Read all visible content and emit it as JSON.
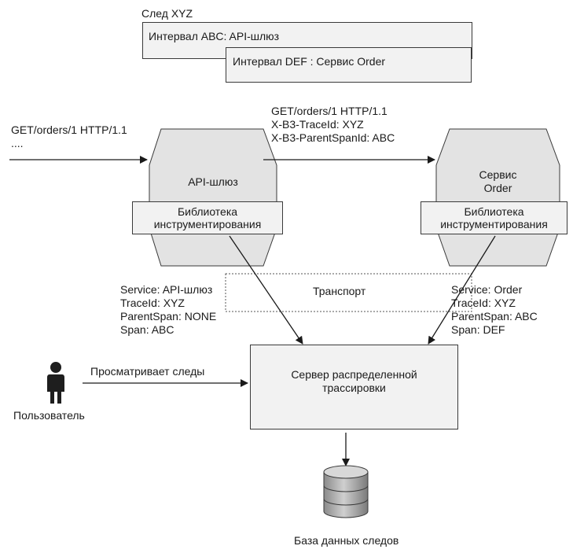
{
  "trace": {
    "title": "След XYZ",
    "span_abc": "Интервал ABC: API-шлюз",
    "span_def": "Интервал DEF : Сервис Order"
  },
  "request_in": {
    "line1": "GET/orders/1 HTTP/1.1",
    "line2": "...."
  },
  "request_out": {
    "line1": "GET/orders/1 HTTP/1.1",
    "line2": "X-B3-TraceId: XYZ",
    "line3": "X-B3-ParentSpanId: ABC"
  },
  "api_gateway": {
    "label": "API-шлюз",
    "lib_line1": "Библиотека",
    "lib_line2": "инструментирования"
  },
  "order_service": {
    "label_line1": "Сервис",
    "label_line2": "Order",
    "lib_line1": "Библиотека",
    "lib_line2": "инструментирования"
  },
  "transport": {
    "label": "Транспорт"
  },
  "span_info_left": {
    "service": "Service: API-шлюз",
    "trace": "TraceId: XYZ",
    "parent": "ParentSpan: NONE",
    "span": "Span: ABC"
  },
  "span_info_right": {
    "service": "Service: Order",
    "trace": "TraceId: XYZ",
    "parent": "ParentSpan: ABC",
    "span": "Span: DEF"
  },
  "tracing_server": {
    "line1": "Сервер распределенной",
    "line2": "трассировки"
  },
  "user": {
    "label": "Пользователь",
    "action": "Просматривает следы"
  },
  "database": {
    "label": "База данных следов"
  }
}
